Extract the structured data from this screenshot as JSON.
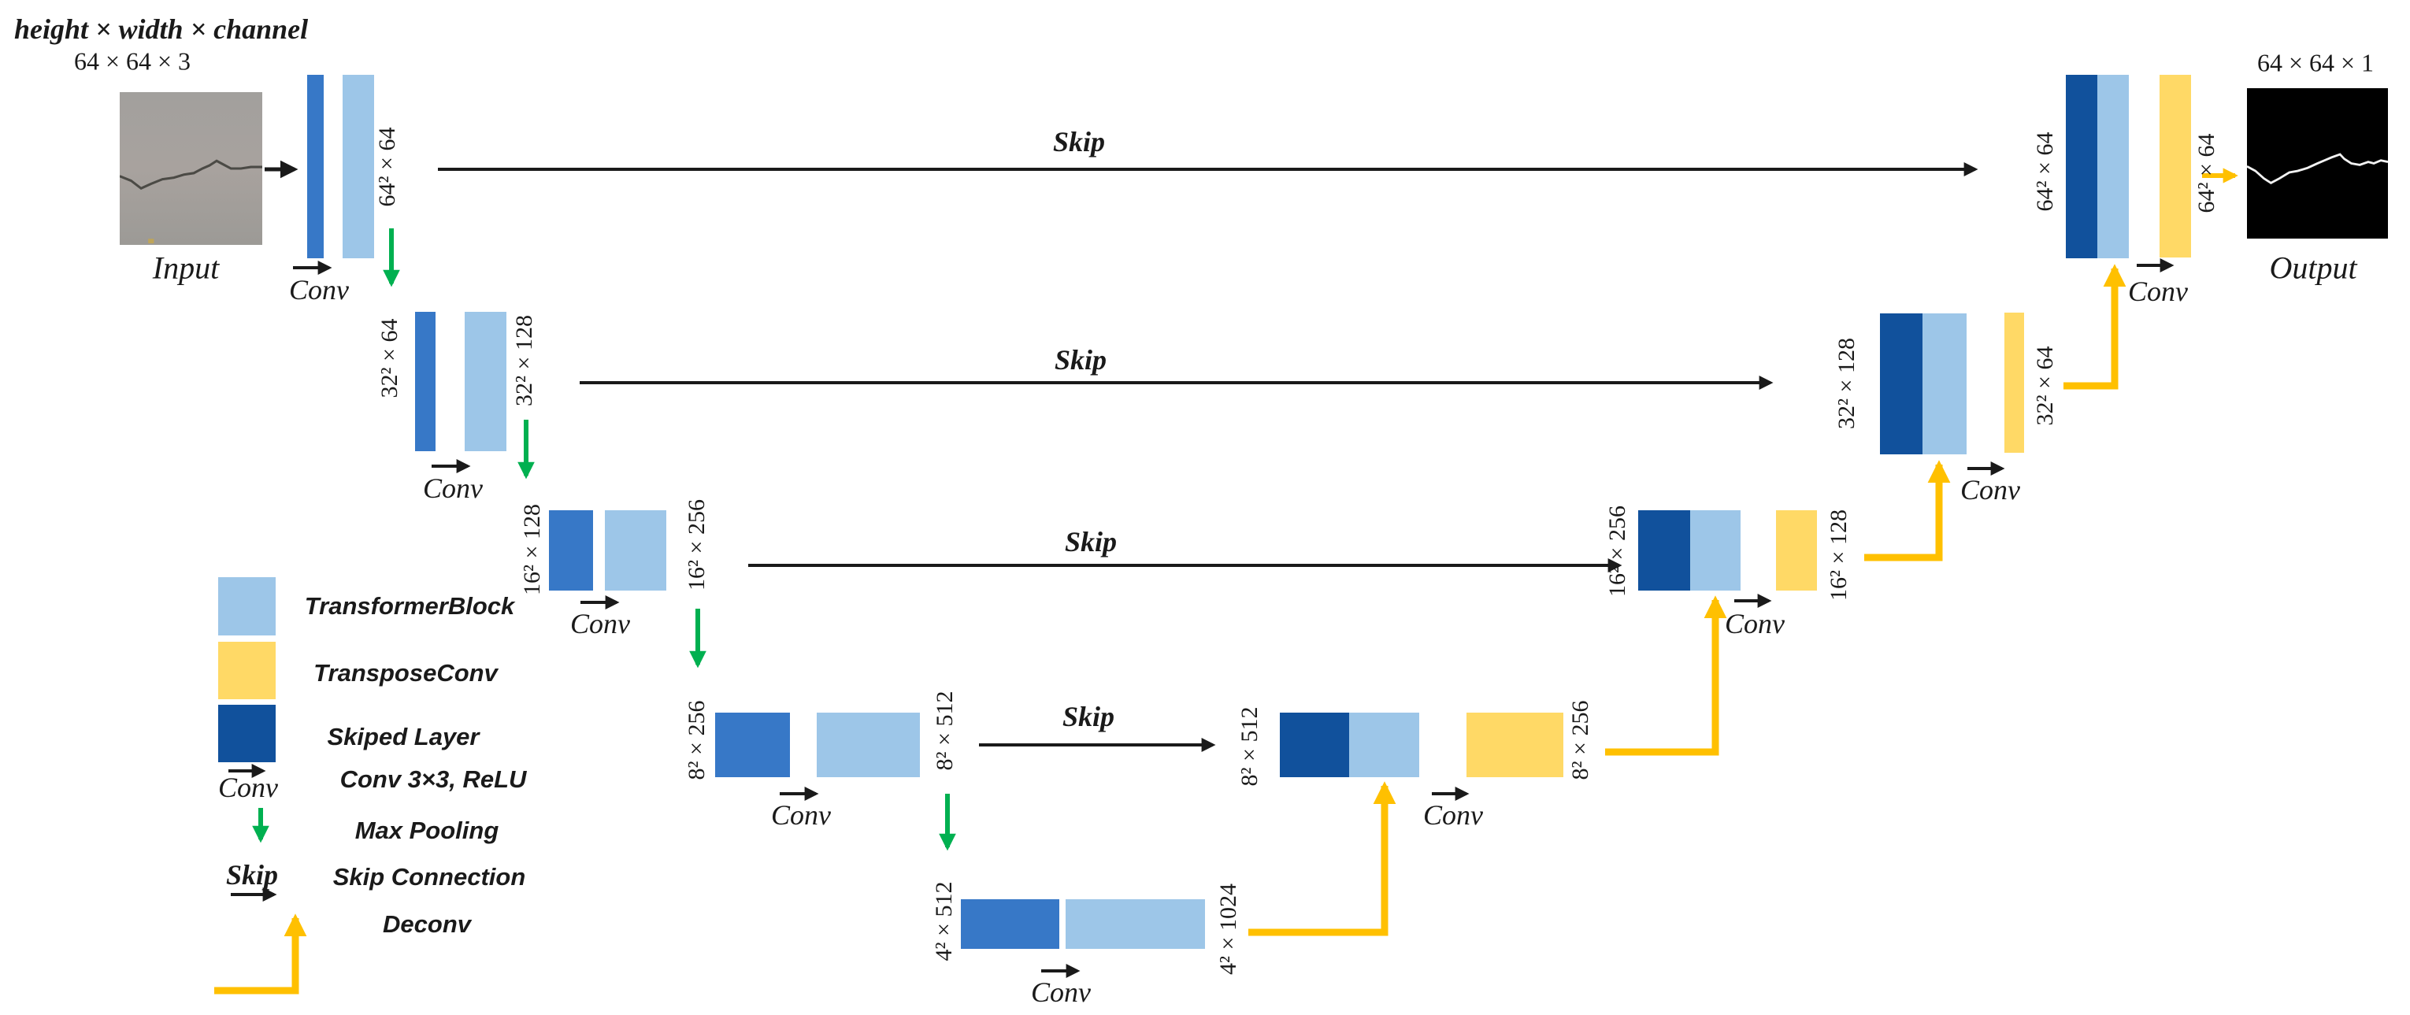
{
  "header": {
    "title": "height × width × channel",
    "input_dims": "64 × 64 × 3"
  },
  "input": {
    "label": "Input"
  },
  "output": {
    "label": "Output",
    "dims": "64 × 64 × 1"
  },
  "labels": {
    "conv": "Conv",
    "skip": "Skip"
  },
  "encoder": [
    {
      "out_label": "64² × 64"
    },
    {
      "in_label": "32² × 64",
      "out_label": "32² × 128"
    },
    {
      "in_label": "16² × 128",
      "out_label": "16² × 256"
    },
    {
      "in_label": "8² × 256",
      "out_label": "8² × 512"
    },
    {
      "in_label": "4² × 512",
      "out_label": "4² × 1024"
    }
  ],
  "decoder": [
    {
      "in_label": "64² × 64",
      "out_label": "64² × 64"
    },
    {
      "in_label": "32² × 128",
      "out_label": "32² × 64"
    },
    {
      "in_label": "16² × 256",
      "out_label": "16² × 128"
    },
    {
      "in_label": "8² × 512",
      "out_label": "8² × 256"
    }
  ],
  "legend": {
    "items": [
      {
        "swatch": "lightblue-square",
        "label": "TransformerBlock"
      },
      {
        "swatch": "yellow-square",
        "label": "TransposeConv"
      },
      {
        "swatch": "navy-square",
        "label": "Skiped Layer"
      },
      {
        "swatch": "conv-arrow",
        "label": "Conv 3×3, ReLU"
      },
      {
        "swatch": "green-arrow",
        "label": "Max Pooling"
      },
      {
        "swatch": "skip-arrow",
        "label": "Skip Connection"
      },
      {
        "swatch": "deconv-arrow",
        "label": "Deconv"
      }
    ]
  },
  "colors": {
    "transformer_block": "#9DC6E8",
    "transpose_conv": "#FFD966",
    "skiped_layer": "#11519C",
    "conv_block": "#3778C7",
    "max_pooling_arrow": "#00B050",
    "deconv_arrow": "#FFC000",
    "skip_arrow": "#1a1a1a"
  }
}
